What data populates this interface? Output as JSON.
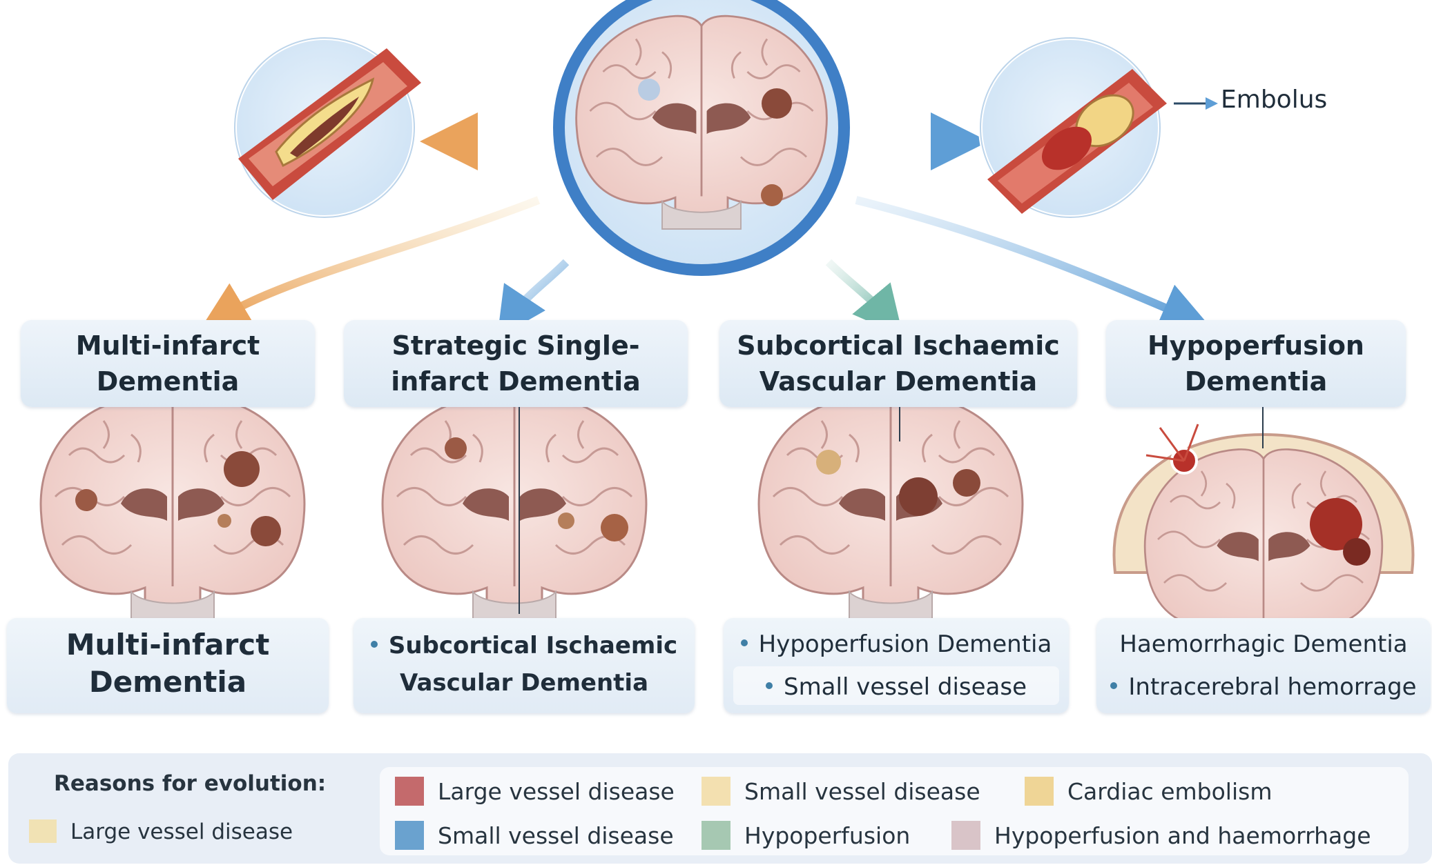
{
  "top": {
    "embolus_label": "Embolus"
  },
  "titles": [
    "Multi-infarct\nDementia",
    "Strategic Single-\ninfarct Dementia",
    "Subcortical Ischaemic\nVascular Dementia",
    "Hypoperfusion\nDementia"
  ],
  "info_boxes": [
    {
      "line1": "Multi-infarct",
      "line2": "Dementia"
    },
    {
      "line1": "Subcortical Ischaemic",
      "line2": "Vascular Dementia"
    },
    {
      "line1": "Hypoperfusion Dementia",
      "line2": "Small vessel disease"
    },
    {
      "line1": "Haemorrhagic Dementia",
      "line2": "Intracerebral hemorrage"
    }
  ],
  "legend": {
    "heading": "Reasons for evolution:",
    "left_item": {
      "label": "Large vessel disease",
      "color": "#f1e2b4"
    },
    "items": [
      {
        "label": "Large vessel disease",
        "color": "#c46a6c"
      },
      {
        "label": "Small vessel disease",
        "color": "#f3e0b0"
      },
      {
        "label": "Cardiac embolism",
        "color": "#efd596"
      },
      {
        "label": "Small vessel disease",
        "color": "#6aa2cf"
      },
      {
        "label": "Hypoperfusion",
        "color": "#a6c8b2"
      },
      {
        "label": "Hypoperfusion and haemorrhage",
        "color": "#d9c4c8"
      }
    ]
  },
  "colors": {
    "arrow_orange": "#eaa35c",
    "arrow_blue": "#6ea8d8",
    "arrow_teal": "#7bbfb0",
    "brain_pink": "#f2d6d3",
    "lesion_brown": "#8a4a3a",
    "center_circle": "#4f8ed0"
  }
}
